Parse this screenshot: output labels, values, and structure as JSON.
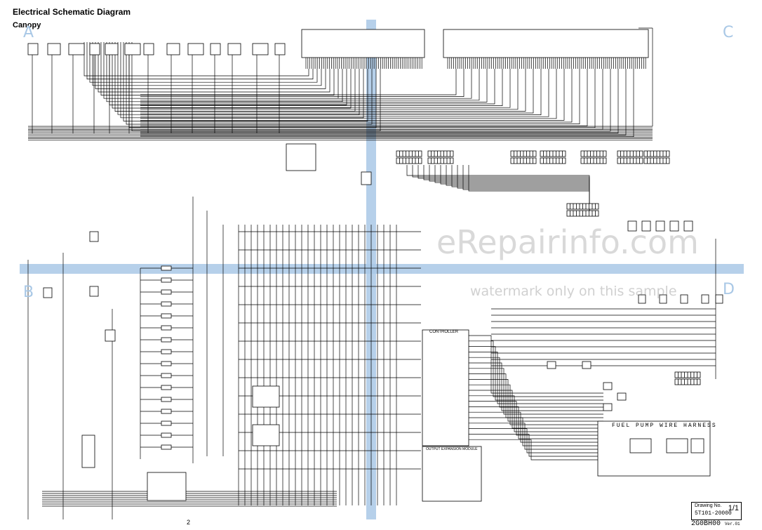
{
  "header": {
    "title": "Electrical Schematic Diagram",
    "subtitle": "Canopy"
  },
  "zones": {
    "a": "A",
    "b": "B",
    "c": "C",
    "d": "D"
  },
  "page_number": "2",
  "watermark": {
    "line1": "eRepairinfo.com",
    "line2": "watermark only on this sample"
  },
  "drawing_block": {
    "label": "Drawing No.",
    "number": "5T101-20000",
    "sheet": "1/1",
    "code": "2G0BH00",
    "code_suffix": "Ver.01"
  },
  "modules": {
    "controller": "CONTROLLER",
    "output_expansion": "OUTPUT EXPANSION MODULE",
    "fuel_pump_harness": "FUEL PUMP WIRE HARNESS"
  },
  "colors": {
    "line": "#000000",
    "highlight_band": "#a9c8e6",
    "watermark": "#787878"
  }
}
